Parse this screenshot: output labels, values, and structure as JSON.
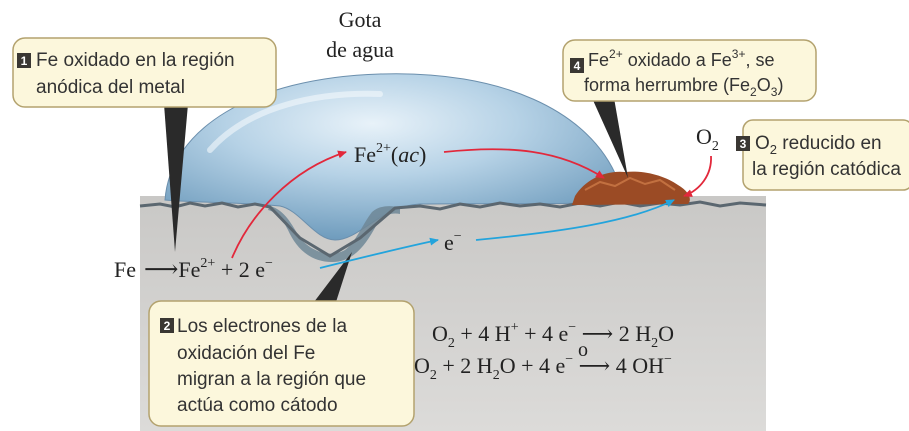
{
  "colors": {
    "metal": "#d4d3d1",
    "callout_fill": "#fcf7dc",
    "callout_border": "#b3a26e",
    "badge": "#3a3733",
    "fe_arrow": "#e2283b",
    "electron_arrow": "#23a4dc",
    "rust": "#9b4b25",
    "water": "#a8c8df"
  },
  "drop_label": {
    "line1": "Gota",
    "line2": "de agua"
  },
  "callouts": {
    "c1": {
      "number": "1",
      "line1": "Fe oxidado en la región",
      "line2": "anódica del metal"
    },
    "c2": {
      "number": "2",
      "line1": "Los electrones de la",
      "line2": "oxidación del Fe",
      "line3": "migran a la región que",
      "line4": "actúa como cátodo"
    },
    "c3": {
      "number": "3",
      "o": "O",
      "sub": "2",
      "rest": " reducido en",
      "line2": "la región catódica"
    },
    "c4": {
      "number": "4",
      "fe": "Fe",
      "sup1": "2+",
      "mid": " oxidado a Fe",
      "sup2": "3+",
      "end": ", se",
      "line2a": "forma herrumbre (Fe",
      "sub1": "2",
      "line2b": "O",
      "sub2": "3",
      "line2c": ")"
    }
  },
  "labels": {
    "fe_aq": {
      "fe": "Fe",
      "charge": "2+",
      "open": "(",
      "ac": "ac",
      "close": ")"
    },
    "o2": {
      "o": "O",
      "sub": "2"
    },
    "electron": {
      "e": "e",
      "charge": "−"
    },
    "anode_eq": {
      "fe": "Fe",
      "arrow": "⟶",
      "fe2": "Fe",
      "charge": "2+",
      "plus": " + 2 e",
      "echarge": "−"
    }
  },
  "equations": {
    "eq1": {
      "a": "O",
      "a_sub": "2",
      "b": " + 4 H",
      "b_sup": "+",
      "c": " + 4 e",
      "c_sup": "−",
      "arrow": " ⟶ ",
      "d": "2 H",
      "d_sub": "2",
      "e": "O"
    },
    "or": "o",
    "eq2": {
      "a": "O",
      "a_sub": "2",
      "b": " + 2 H",
      "b_sub": "2",
      "c": "O + 4 e",
      "c_sup": "−",
      "arrow": " ⟶ ",
      "d": "4 OH",
      "d_sup": "−"
    }
  }
}
